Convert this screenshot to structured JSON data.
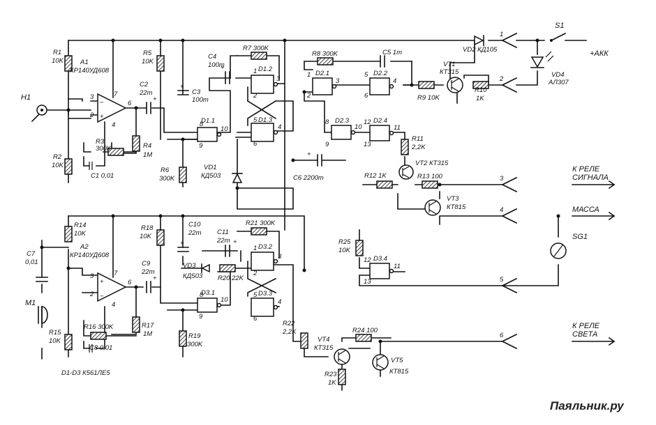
{
  "labels": {
    "H1": "H1",
    "M1": "M1",
    "A1": "A1",
    "A1_type": "КР140УД608",
    "A2": "A2",
    "A2_type": "КР140УД608",
    "R1": "R1",
    "R1_v": "10K",
    "R2": "R2",
    "R2_v": "10K",
    "R3": "R3",
    "R3_v": "300K",
    "R4": "R4",
    "R4_v": "1M",
    "R5": "R5",
    "R5_v": "10K",
    "R6": "R6",
    "R6_v": "300K",
    "R7": "R7 300K",
    "R8": "R8 300K",
    "R9": "R9 10K",
    "R10": "R10",
    "R10_v": "1K",
    "R11": "R11",
    "R11_v": "2,2K",
    "R12": "R12 1K",
    "R13": "R13 100",
    "R14": "R14",
    "R14_v": "10K",
    "R15": "R15",
    "R15_v": "10K",
    "R16": "R16 300K",
    "R17": "R17",
    "R17_v": "1M",
    "R18": "R18",
    "R18_v": "10K",
    "R19": "R19",
    "R19_v": "300K",
    "R20": "R20 22K",
    "R21": "R21 300K",
    "R22": "R22",
    "R22_v": "2,2K",
    "R23": "R23",
    "R23_v": "1K",
    "R24": "R24 100",
    "R25": "R25",
    "R25_v": "10K",
    "C1": "C1 0,01",
    "C2": "C2",
    "C2_v": "22m",
    "C3": "C3",
    "C3_v": "100m",
    "C4": "C4",
    "C4_v": "100m",
    "C5": "C5 1m",
    "C6": "C6 2200m",
    "C7": "C7",
    "C7_v": "0,01",
    "C8": "C8 0,01",
    "C9": "C9",
    "C9_v": "22m",
    "C10": "C10",
    "C10_v": "22m",
    "C11": "C11",
    "C11_v": "22m",
    "VD1": "VD1",
    "VD1_type": "КД503",
    "VD2": "VD2 КД105",
    "VD3": "VD3",
    "VD3_type": "КД503",
    "VD4": "VD4",
    "VD4_type": "АЛ307",
    "VT1": "VT1",
    "VT1_type": "КТ315",
    "VT2": "VT2 КТ315",
    "VT3": "VT3",
    "VT3_type": "КТ815",
    "VT4": "VT4",
    "VT4_type": "КТ315",
    "VT5": "VT5",
    "VT5_type": "КТ815",
    "S1": "S1",
    "SG1": "SG1",
    "D11": "D1.1",
    "D12": "D1.2",
    "D13": "D1.3",
    "D21": "D2.1",
    "D22": "D2.2",
    "D23": "D2.3",
    "D24": "D2.4",
    "D31": "D3.1",
    "D32": "D3.2",
    "D33": "D3.3",
    "D34": "D3.4",
    "akk": "+АКК",
    "rele_signal_1": "К РЕЛЕ",
    "rele_signal_2": "СИГНАЛА",
    "massa": "МАССА",
    "rele_light_1": "К РЕЛЕ",
    "rele_light_2": "СВЕТА",
    "chips_note": "D1-D3 К561ЛЕ5",
    "watermark": "Паяльник.ру"
  },
  "connectors": [
    "1",
    "2",
    "3",
    "4",
    "5",
    "6"
  ]
}
